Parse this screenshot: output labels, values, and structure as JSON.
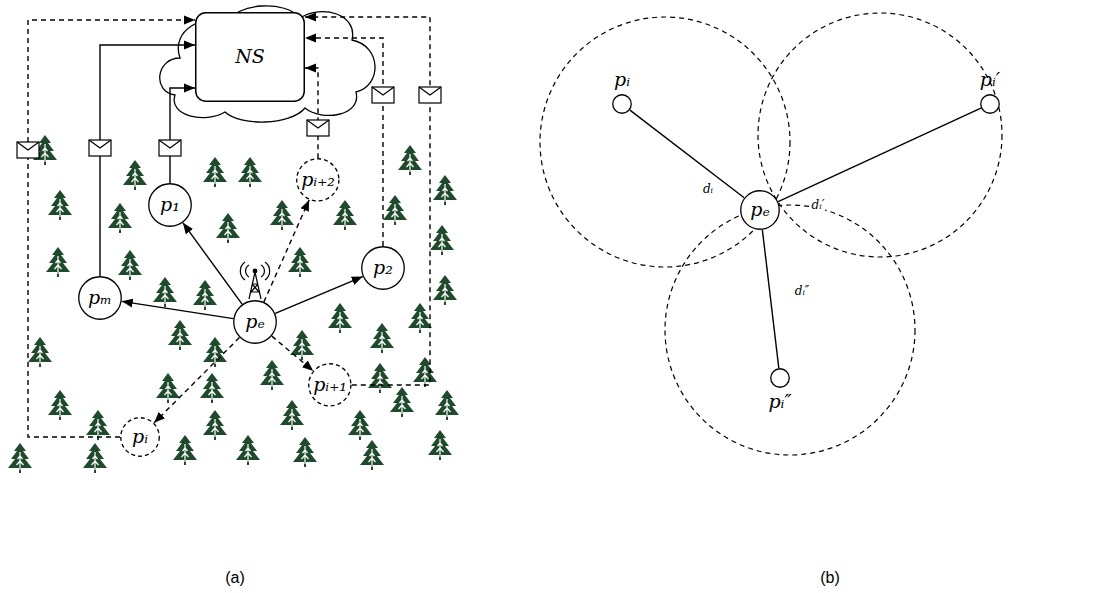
{
  "diagram": {
    "nodes": [
      {
        "text": [
          "NS"
        ]
      },
      {
        "text": [
          "p₁"
        ]
      },
      {
        "text": [
          "pᵢ₊₂"
        ]
      },
      {
        "text": [
          "p₂"
        ]
      },
      {
        "text": [
          "pₑ"
        ]
      },
      {
        "text": [
          "pₘ"
        ]
      },
      {
        "text": [
          "pᵢ₊₁"
        ]
      },
      {
        "text": [
          "pᵢ"
        ]
      },
      {
        "text": [
          "pᵢ"
        ]
      },
      {
        "text": [
          "pᵢ′"
        ]
      },
      {
        "text": [
          "pₑ"
        ]
      },
      {
        "text": [
          "pᵢ″"
        ]
      }
    ],
    "edges": [
      {
        "from": 4,
        "to": 1,
        "arrow": "to"
      },
      {
        "from": 4,
        "to": 3,
        "arrow": "to"
      },
      {
        "from": 4,
        "to": 5,
        "arrow": "to"
      },
      {
        "from": 4,
        "to": 7,
        "arrow": "to"
      },
      {
        "from": 4,
        "to": 6,
        "arrow": "to"
      },
      {
        "from": 4,
        "to": 2,
        "arrow": "to"
      },
      {
        "from": 1,
        "to": 0,
        "arrow": "to"
      },
      {
        "from": 5,
        "to": 0,
        "arrow": "to"
      },
      {
        "from": 3,
        "to": 0,
        "arrow": "to"
      },
      {
        "from": 7,
        "to": 0,
        "arrow": "to"
      },
      {
        "from": 6,
        "to": 0,
        "arrow": "to"
      },
      {
        "from": 2,
        "to": 0,
        "arrow": "to"
      },
      {
        "from": 10,
        "to": 8,
        "label": "dᵢ",
        "arrow": "none"
      },
      {
        "from": 10,
        "to": 9,
        "label": "dᵢ′",
        "arrow": "none"
      },
      {
        "from": 10,
        "to": 11,
        "label": "dᵢ″",
        "arrow": "none"
      }
    ],
    "labels": [
      "(a)",
      "(b)"
    ]
  }
}
